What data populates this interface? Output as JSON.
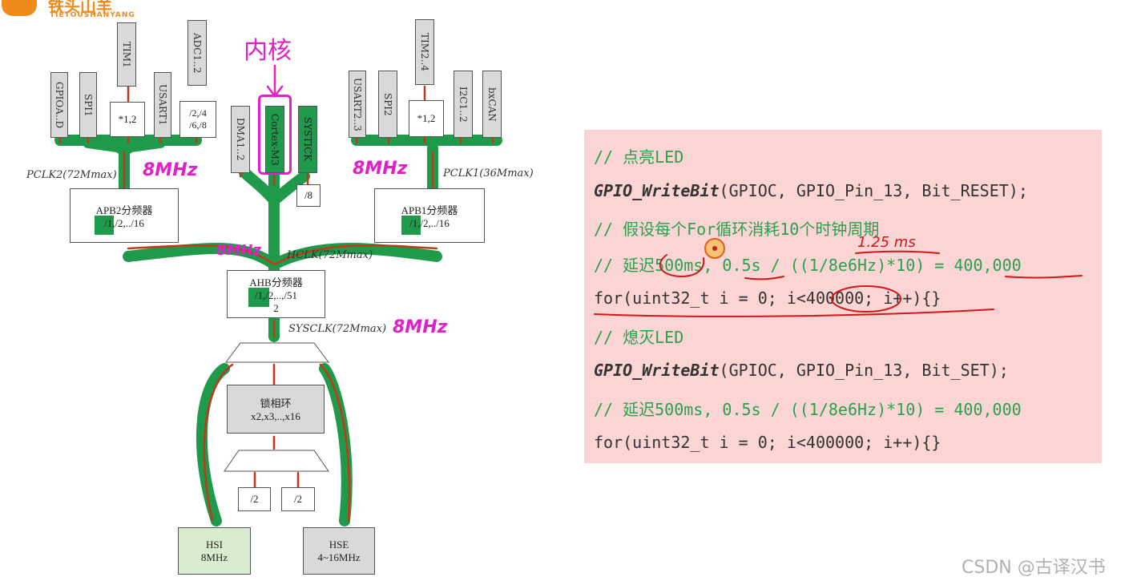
{
  "watermark": {
    "logo_text": "铁头山羊",
    "logo_sub": "TIETOUSHANYANG",
    "bottom": "CSDN @古译汉书"
  },
  "diagram": {
    "peripherals_apb2": [
      "GPIOA..D",
      "SPI1",
      "TIM1",
      "USART1",
      "ADC1..2"
    ],
    "apb2_tim_mult": "*1,2",
    "apb2_adc_div": "/2,/4\n/6,/8",
    "core_label": "内核",
    "core_blocks": [
      "DMA1..2",
      "Cortex-M3",
      "SYSTICK"
    ],
    "systick_div": "/8",
    "peripherals_apb1": [
      "USART2..3",
      "SPI2",
      "TIM2..4",
      "I2C1..2",
      "bxCAN"
    ],
    "apb1_tim_mult": "*1,2",
    "pclk2": "PCLK2(72Mmax)",
    "pclk1": "PCLK1(36Mmax)",
    "apb2_title": "APB2分频器",
    "apb2_opts": "/1,/2,../16",
    "apb1_title": "APB1分频器",
    "apb1_opts": "/1,/2,../16",
    "hclk": "HCLK(72Mmax)",
    "ahb_title": "AHB分频器",
    "ahb_opts": "/1,/2,..,/51",
    "ahb_opts2": "2",
    "sysclk": "SYSCLK(72Mmax)",
    "pll_title": "锁相环",
    "pll_opts": "x2,x3,..,x16",
    "div_left": "/2",
    "div_right": "/2",
    "hsi_name": "HSI",
    "hsi_freq": "8MHz",
    "hse_name": "HSE",
    "hse_freq": "4~16MHz",
    "mhz_apb2": "8MHz",
    "mhz_apb1": "8MHz",
    "mhz_hclk": "8MHz",
    "mhz_sysclk": "8MHz",
    "ms_note": "1.25 ms"
  },
  "code": {
    "line1": "// 点亮LED",
    "line2_fn": "GPIO_WriteBit",
    "line2_args": "(GPIOC, GPIO_Pin_13, Bit_RESET);",
    "line3": "// 假设每个For循环消耗10个时钟周期",
    "line4": "// 延迟500ms, 0.5s / ((1/8e6Hz)*10) = 400,000",
    "line5": "for(uint32_t i = 0; i<400000; i++){}",
    "line6": "// 熄灭LED",
    "line7_fn": "GPIO_WriteBit",
    "line7_args": "(GPIOC, GPIO_Pin_13, Bit_SET);",
    "line8": "// 延迟500ms, 0.5s / ((1/8e6Hz)*10) = 400,000",
    "line9": "for(uint32_t i = 0; i<400000; i++){}"
  },
  "colors": {
    "green": "#1f9a4a",
    "arrow": "#c0391b",
    "magenta": "#e020c8",
    "panel": "#fbd4d4",
    "comment": "#2aa050"
  }
}
